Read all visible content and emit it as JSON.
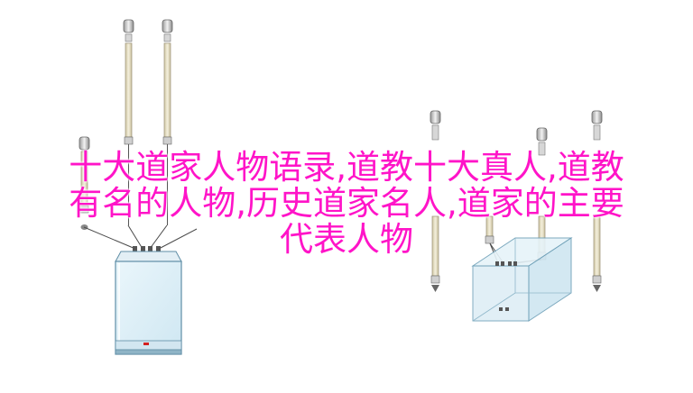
{
  "headline": {
    "line1": "十大道家人物语录,道教十大真人,道教",
    "line2": "有名的人物,历史道家名人,道家的主要",
    "line3": "代表人物"
  },
  "colors": {
    "headline": "#ff14c8",
    "glass_fill": "#dff1f8",
    "glass_edge": "#6d9fb7",
    "wire": "#4a4a4a",
    "rod": "#e9e2c6"
  },
  "illustration": {
    "left_cabinet": "glass-cabinet",
    "right_cube": "glass-cube"
  }
}
